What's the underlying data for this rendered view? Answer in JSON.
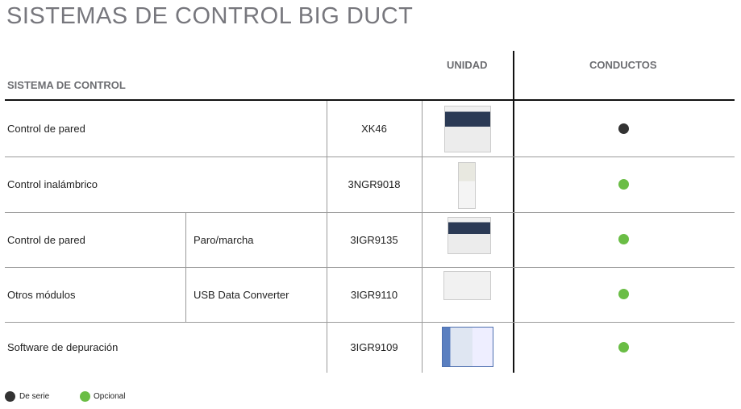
{
  "title": "SISTEMAS DE CONTROL BIG DUCT",
  "headers": {
    "system": "SISTEMA DE CONTROL",
    "unit": "UNIDAD",
    "ducts": "CONDUCTOS"
  },
  "rows": [
    {
      "name": "Control de pared",
      "detail": "",
      "code": "XK46",
      "image": "wall-controller-image",
      "availability": "standard"
    },
    {
      "name": "Control inalámbrico",
      "detail": "",
      "code": "3NGR9018",
      "image": "wireless-remote-image",
      "availability": "optional"
    },
    {
      "name": "Control de pared",
      "detail": "Paro/marcha",
      "code": "3IGR9135",
      "image": "wall-controller-image",
      "availability": "optional"
    },
    {
      "name": "Otros módulos",
      "detail": "USB Data Converter",
      "code": "3IGR9110",
      "image": "usb-converter-image",
      "availability": "optional"
    },
    {
      "name": "Software de depuración",
      "detail": "",
      "code": "3IGR9109",
      "image": "software-screenshot-image",
      "availability": "optional"
    }
  ],
  "legend": {
    "standard": "De serie",
    "optional": "Opcional"
  },
  "colors": {
    "standard": "#333333",
    "optional": "#6abd45"
  }
}
